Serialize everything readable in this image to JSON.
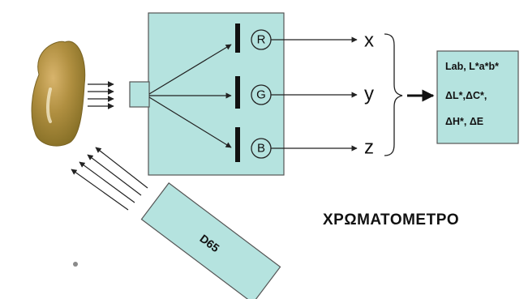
{
  "diagram": {
    "channels": [
      {
        "filter": "R",
        "output": "x"
      },
      {
        "filter": "G",
        "output": "y"
      },
      {
        "filter": "B",
        "output": "z"
      }
    ],
    "output_box": {
      "lines": [
        "Lab, L*a*b*",
        "ΔL*,ΔC*,",
        "ΔH*, ΔE"
      ]
    },
    "light_source": "D65",
    "title": "ΧΡΩΜΑΤΟΜΕΤΡΟ",
    "colors": {
      "box_fill": "#b5e3df",
      "tooth_top": "#caa060",
      "tooth_mid": "#aa8838",
      "tooth_bottom": "#8f7a2c"
    }
  }
}
